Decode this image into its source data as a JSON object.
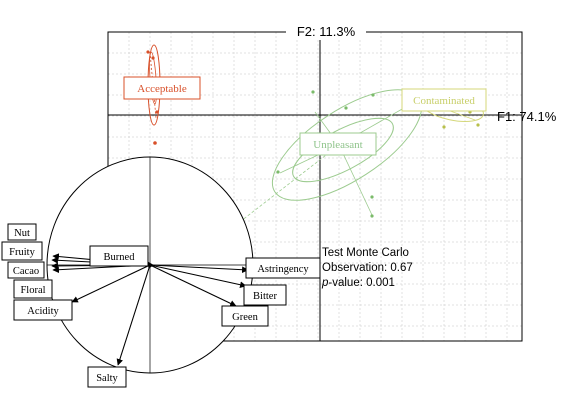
{
  "chart_data": {
    "type": "scatter",
    "title": "",
    "axes": {
      "f1_label": "F1: 74.1%",
      "f2_label": "F2: 11.3%",
      "grid": true
    },
    "groups": [
      {
        "name": "Acceptable",
        "color": "#d8502a"
      },
      {
        "name": "Contaminated",
        "color": "#c8cf6a"
      },
      {
        "name": "Unpleasant",
        "color": "#8fc48b"
      }
    ],
    "variables": [
      {
        "name": "Nut"
      },
      {
        "name": "Fruity"
      },
      {
        "name": "Cacao"
      },
      {
        "name": "Floral"
      },
      {
        "name": "Acidity"
      },
      {
        "name": "Burned"
      },
      {
        "name": "Astringency"
      },
      {
        "name": "Bitter"
      },
      {
        "name": "Green"
      },
      {
        "name": "Salty"
      }
    ],
    "test": {
      "title": "Test Monte Carlo",
      "observation": "Observation: 0.67",
      "pvalue_label": "p",
      "pvalue_text": "-value: 0.001"
    }
  },
  "colors": {
    "axis": "#000000",
    "grid": "#cfcfcf",
    "circle": "#000000"
  }
}
